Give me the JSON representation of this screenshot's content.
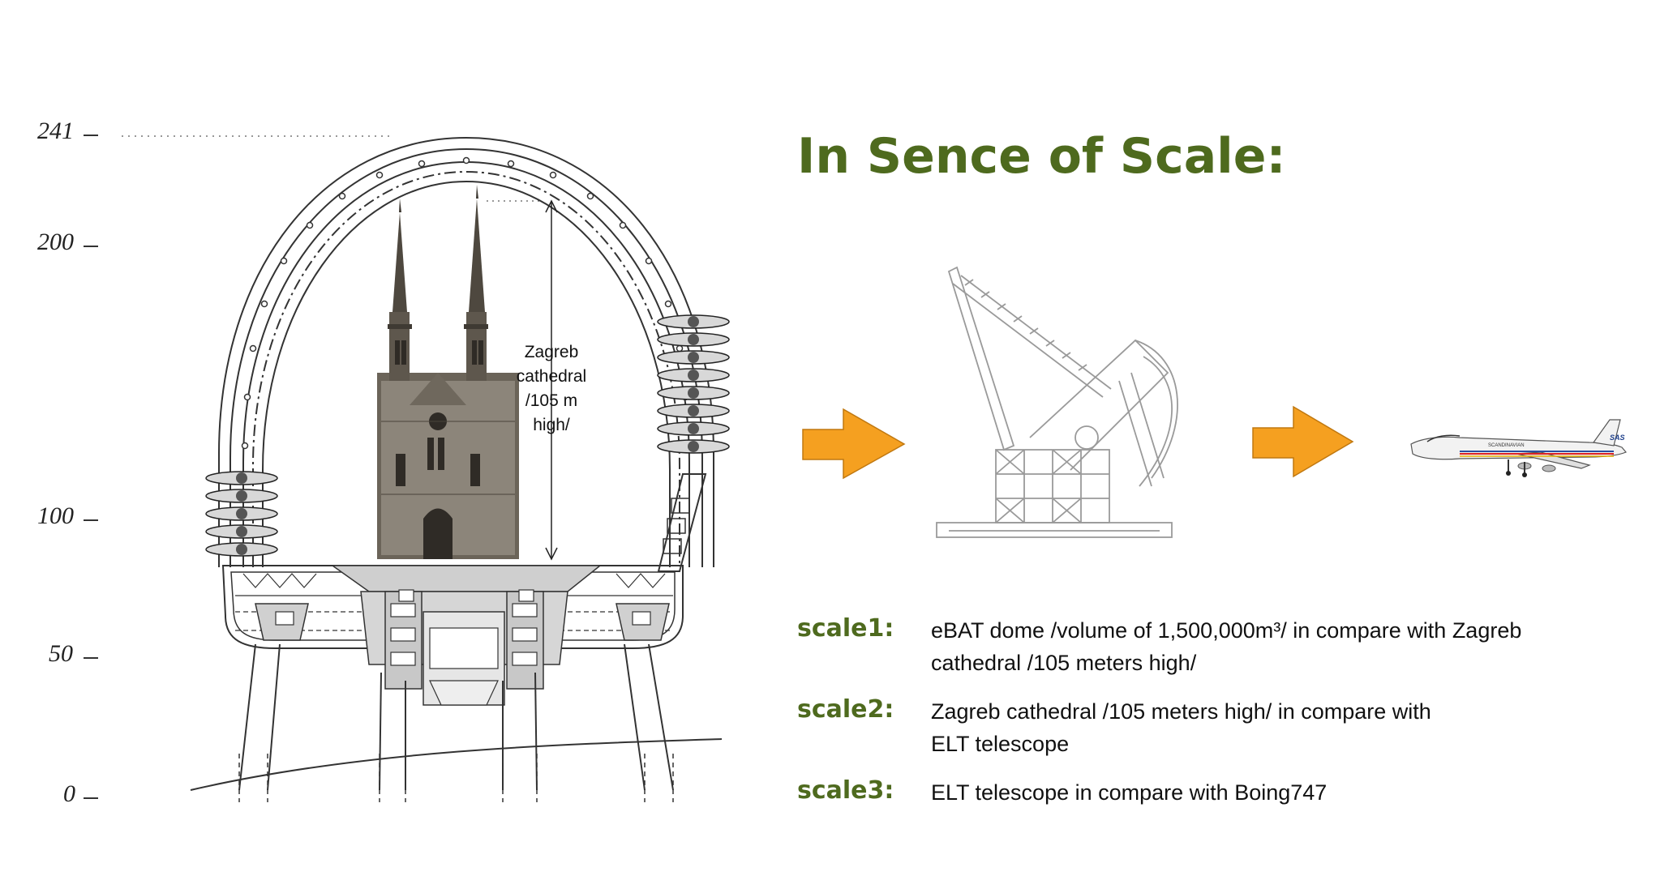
{
  "title": "In Sence of Scale:",
  "height_scale": {
    "ticks": [
      "241",
      "200",
      "100",
      "50",
      "0"
    ]
  },
  "cathedral_note": [
    "Zagreb",
    "cathedral",
    "/105 m",
    "high/"
  ],
  "descriptions": [
    {
      "key": "scale1:",
      "lines": [
        "eBAT dome /volume of 1,500,000m³/ in compare with Zagreb",
        "cathedral /105 meters high/"
      ]
    },
    {
      "key": "scale2:",
      "lines": [
        "Zagreb cathedral /105 meters high/ in compare with",
        "ELT telescope"
      ]
    },
    {
      "key": "scale3:",
      "lines": [
        "ELT telescope in compare with Boing747"
      ]
    }
  ],
  "logo_lettering": {
    "airline": "SAS",
    "fuselage": "SCANDINAVIAN"
  },
  "colors": {
    "accent": "#4e6a1e",
    "arrow": "#f5a020",
    "arrow_stroke": "#c07810"
  },
  "icons": [
    "dome-diagram",
    "cathedral-drawing",
    "telescope-drawing",
    "arrow-right-icon",
    "airplane-icon"
  ]
}
